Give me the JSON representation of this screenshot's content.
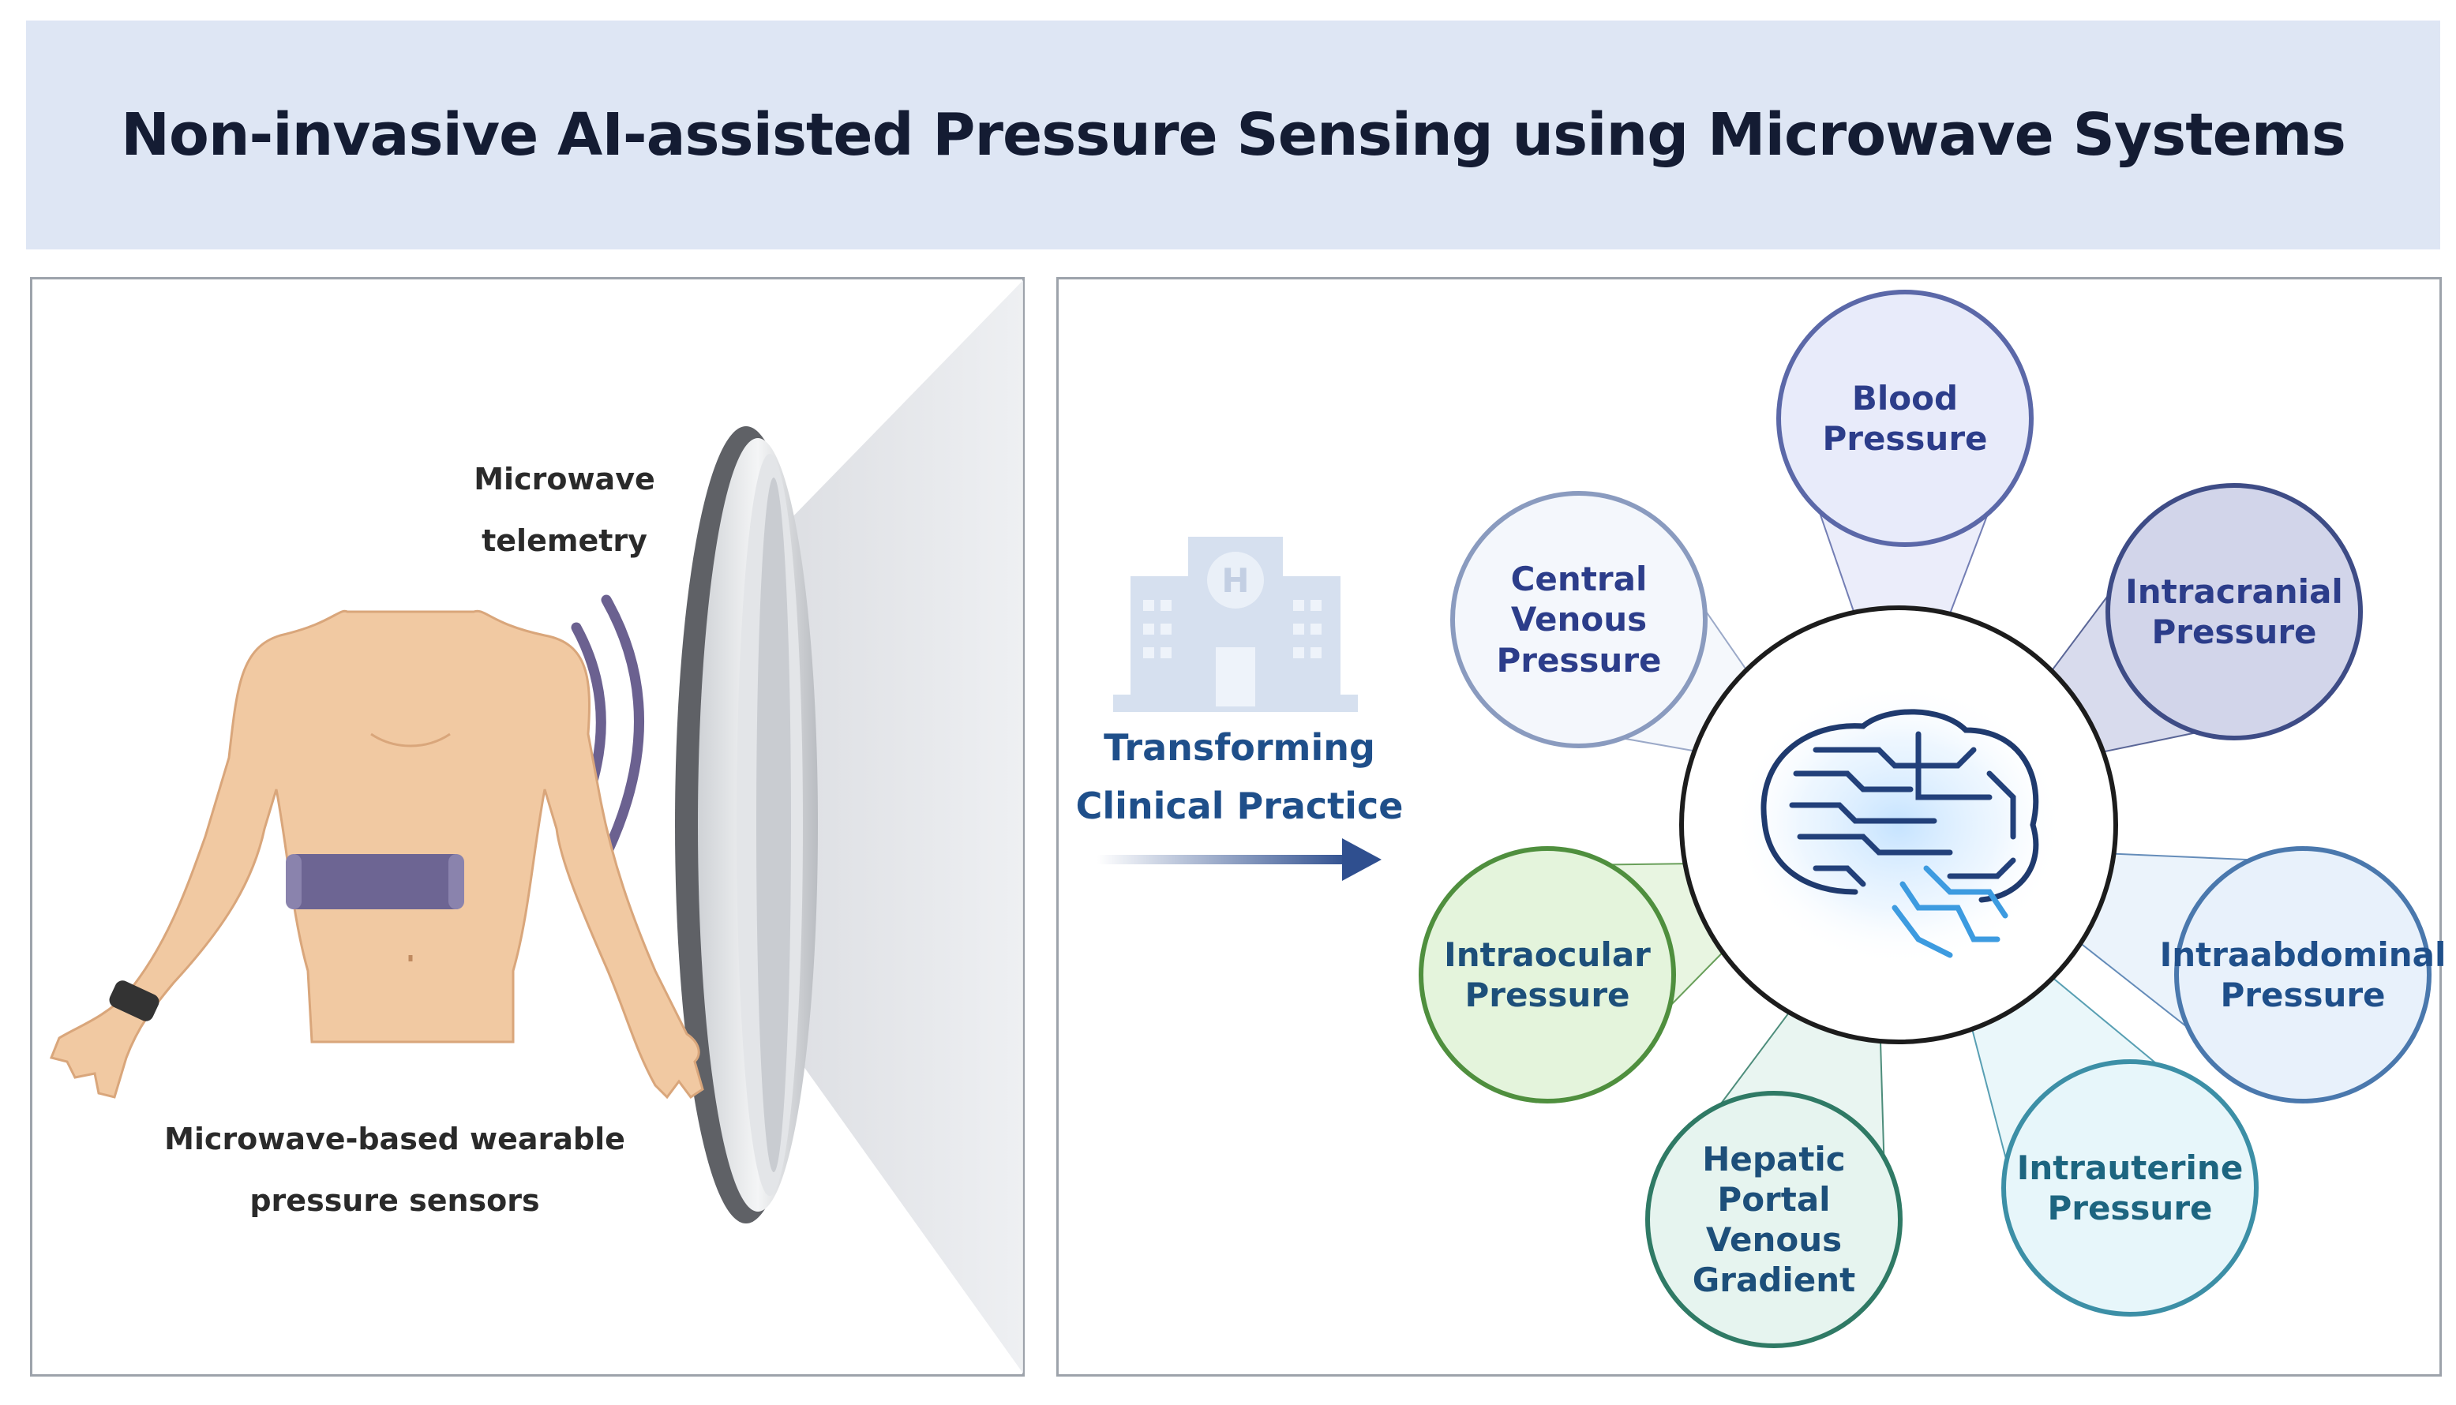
{
  "title": "Non-invasive AI-assisted Pressure Sensing using Microwave Systems",
  "left_panel": {
    "telemetry_label": [
      "Microwave",
      "telemetry"
    ],
    "sensor_label": [
      "Microwave-based wearable",
      "pressure sensors"
    ]
  },
  "transform_label": [
    "Transforming",
    "Clinical Practice"
  ],
  "icons": {
    "hospital": "hospital-icon",
    "arrow": "right-arrow-icon",
    "brain": "ai-brain-circuit-icon",
    "antenna": "satellite-dish-icon",
    "waves": "signal-waves-icon"
  },
  "pressures": [
    {
      "label": "Blood\nPressure",
      "fill": "#e8ebfa",
      "border": "#5b68a8",
      "text": "#2c3d8a"
    },
    {
      "label": "Intracranial\nPressure",
      "fill": "#d2d5ea",
      "border": "#3e4c86",
      "text": "#2c3d8a"
    },
    {
      "label": "Intraabdominal\nPressure",
      "fill": "#e8f1fb",
      "border": "#4a78ad",
      "text": "#1f4f8a"
    },
    {
      "label": "Intrauterine\nPressure",
      "fill": "#e7f6fa",
      "border": "#3c8fa6",
      "text": "#1d6580"
    },
    {
      "label": "Hepatic Portal\nVenous\nGradient",
      "fill": "#e6f4ef",
      "border": "#2f7a65",
      "text": "#1d4f7a"
    },
    {
      "label": "Intraocular\nPressure",
      "fill": "#e4f4dc",
      "border": "#4f8f3e",
      "text": "#1d4f7a"
    },
    {
      "label": "Central\nVenous\nPressure",
      "fill": "#f4f7fc",
      "border": "#8a9bbf",
      "text": "#2c3d8a"
    }
  ]
}
